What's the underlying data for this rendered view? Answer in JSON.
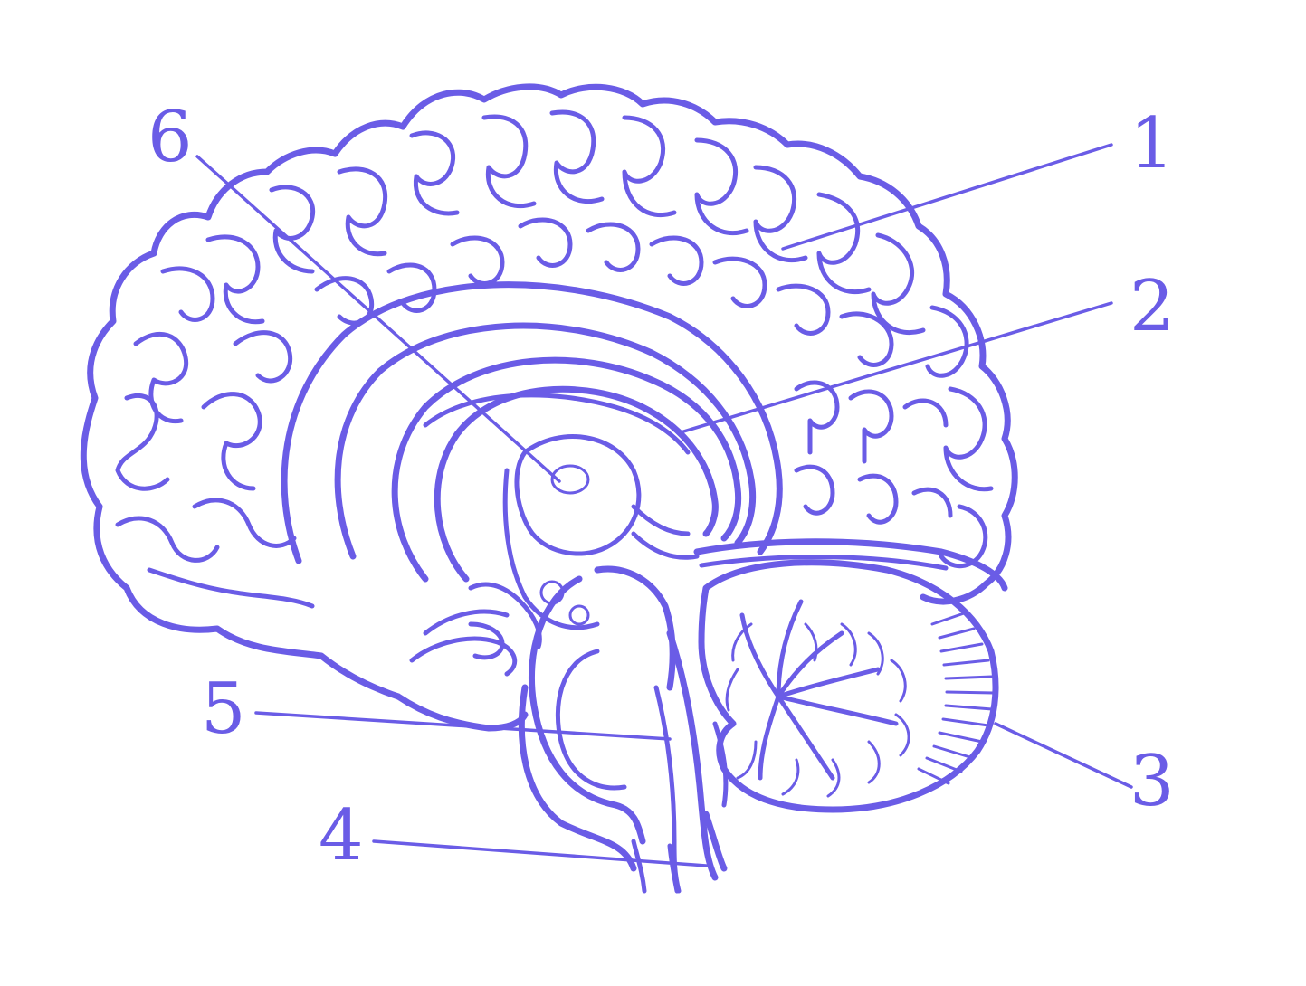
{
  "diagram": {
    "ink_color": "#6a5ce6",
    "background": "#ffffff",
    "labels": [
      {
        "id": "1",
        "text": "1"
      },
      {
        "id": "2",
        "text": "2"
      },
      {
        "id": "3",
        "text": "3"
      },
      {
        "id": "4",
        "text": "4"
      },
      {
        "id": "5",
        "text": "5"
      },
      {
        "id": "6",
        "text": "6"
      }
    ]
  }
}
